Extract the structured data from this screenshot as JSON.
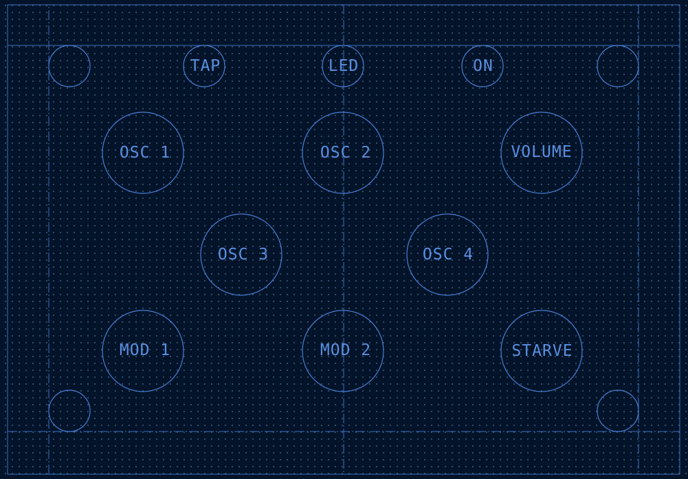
{
  "panel": {
    "top_row": {
      "tap": "TAP",
      "led": "LED",
      "on": "ON"
    },
    "knobs": {
      "osc1": "OSC 1",
      "osc2": "OSC 2",
      "volume": "VOLUME",
      "osc3": "OSC 3",
      "osc4": "OSC 4",
      "mod1": "MOD 1",
      "mod2": "MOD 2",
      "starve": "STARVE"
    }
  },
  "colors": {
    "background": "#03142a",
    "line": "#3d6fbf",
    "text": "#5a8fe0"
  }
}
